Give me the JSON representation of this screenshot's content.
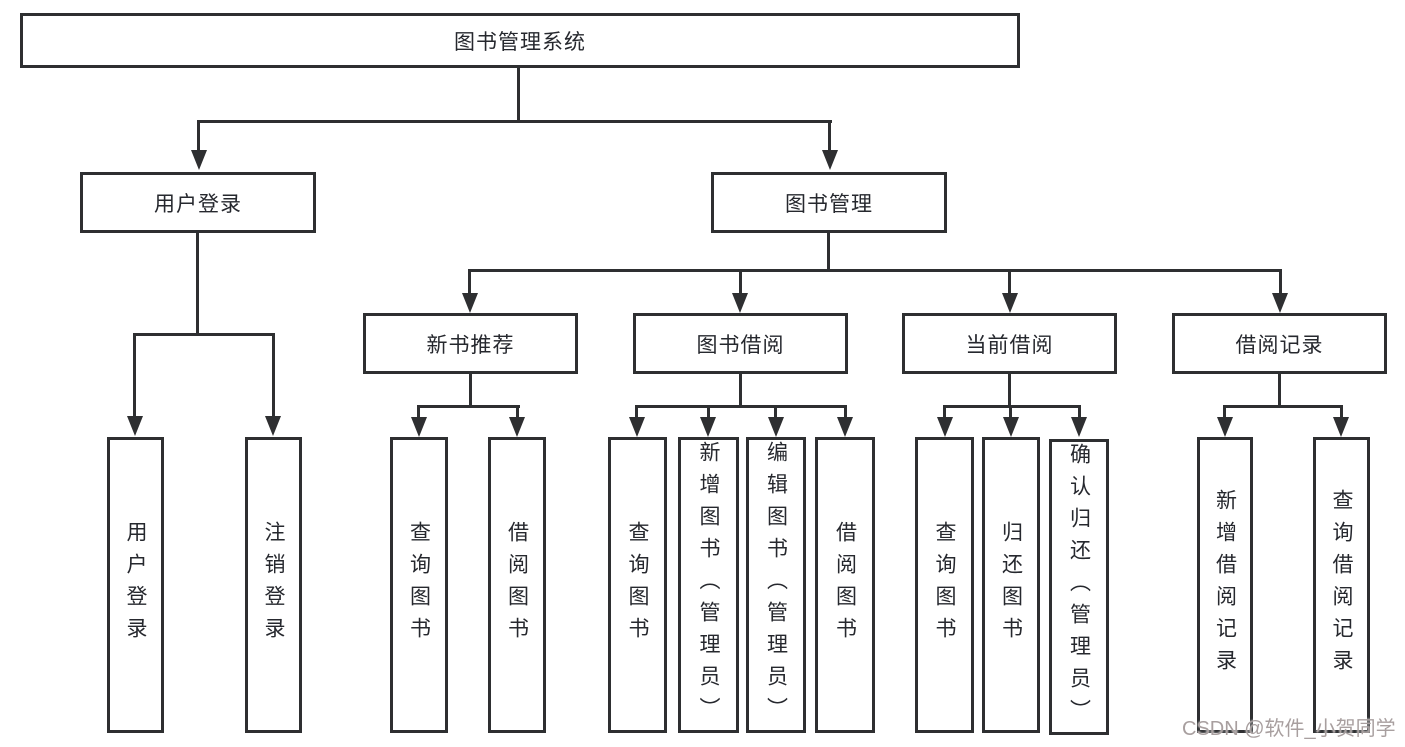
{
  "diagram_title": "图书管理系统",
  "tree": {
    "root": {
      "label": "图书管理系统",
      "children": [
        {
          "label": "用户登录",
          "children": [
            {
              "label": "用户登录"
            },
            {
              "label": "注销登录"
            }
          ]
        },
        {
          "label": "图书管理",
          "children": [
            {
              "label": "新书推荐",
              "children": [
                {
                  "label": "查询图书"
                },
                {
                  "label": "借阅图书"
                }
              ]
            },
            {
              "label": "图书借阅",
              "children": [
                {
                  "label": "查询图书"
                },
                {
                  "label": "新增图书（管理员）"
                },
                {
                  "label": "编辑图书（管理员）"
                },
                {
                  "label": "借阅图书"
                }
              ]
            },
            {
              "label": "当前借阅",
              "children": [
                {
                  "label": "查询图书"
                },
                {
                  "label": "归还图书"
                },
                {
                  "label": "确认归还（管理员）"
                }
              ]
            },
            {
              "label": "借阅记录",
              "children": [
                {
                  "label": "新增借阅记录"
                },
                {
                  "label": "查询借阅记录"
                }
              ]
            }
          ]
        }
      ]
    }
  },
  "watermark": {
    "text": "CSDN @软件_小贺同学"
  },
  "colors": {
    "line": "#2e2f31",
    "text": "#26282e",
    "watermark": "#a89f9f",
    "background": "#ffffff"
  }
}
